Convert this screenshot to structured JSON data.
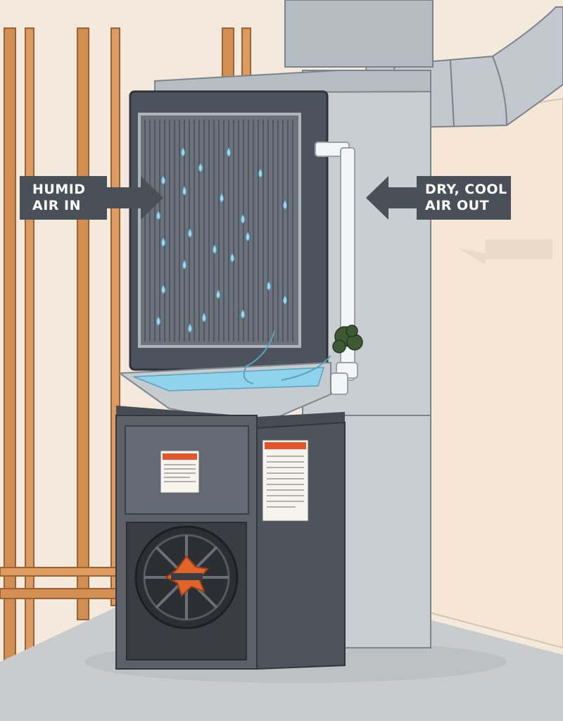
{
  "labels": {
    "intake_line1": "HUMID",
    "intake_line2": "AIR IN",
    "outlet_line1": "DRY, COOL",
    "outlet_line2": "AIR OUT"
  },
  "colors": {
    "wall": "#f3e9dc",
    "stud": "#d38f52",
    "floor": "#c9cbcc",
    "cabinet": "#5b6069",
    "panel": "#c9ced2",
    "water": "#8fd3ec",
    "fan_hub": "#e0642a",
    "callout_bg": "#4a5058"
  },
  "icons": {
    "intake_arrow": "arrow-right-icon",
    "outlet_arrow": "arrow-left-icon",
    "fan": "fan-icon",
    "warning_label": "warning-label-icon"
  }
}
